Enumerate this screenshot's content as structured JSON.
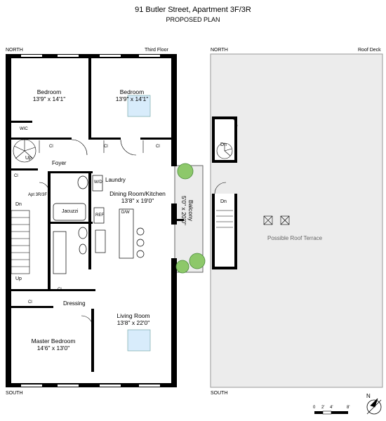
{
  "header": {
    "address": "91 Butler Street, Apartment 3F/3R",
    "plan_type": "PROPOSED PLAN"
  },
  "floor_plan": {
    "north_label": "NORTH",
    "south_label": "SOUTH",
    "floor_label": "Third Floor",
    "rooms": {
      "bedroom_1": {
        "name": "Bedroom",
        "dims": "13'9\" x 14'1\""
      },
      "bedroom_2": {
        "name": "Bedroom",
        "dims": "13'9\" x 14'1\""
      },
      "dining_kitchen": {
        "name": "Dining Room/Kitchen",
        "dims": "13'8\" x 19'0\""
      },
      "living_room": {
        "name": "Living Room",
        "dims": "13'8\" x 22'0\""
      },
      "master_bedroom": {
        "name": "Master Bedroom",
        "dims": "14'6\" x 13'0\""
      },
      "foyer": "Foyer",
      "laundry": "Laundry",
      "dressing": "Dressing",
      "balcony": {
        "name": "Balcony",
        "dims": "5'0\" x 20'0\""
      }
    },
    "small_labels": {
      "wic": "WIC",
      "cl": "Cl",
      "up": "Up",
      "dn": "Dn",
      "apt": "Apt 3R/3F",
      "wd": "W/D",
      "jacuzzi": "Jacuzzi",
      "ref": "REF",
      "dw": "D/W"
    }
  },
  "roof_plan": {
    "north_label": "NORTH",
    "south_label": "SOUTH",
    "roof_label": "Roof Deck",
    "dn": "Dn",
    "terrace": "Possible Roof Terrace"
  },
  "scale_bar": {
    "ticks": [
      "0",
      "2'",
      "4'",
      "8'"
    ]
  },
  "compass": {
    "label": "N"
  }
}
